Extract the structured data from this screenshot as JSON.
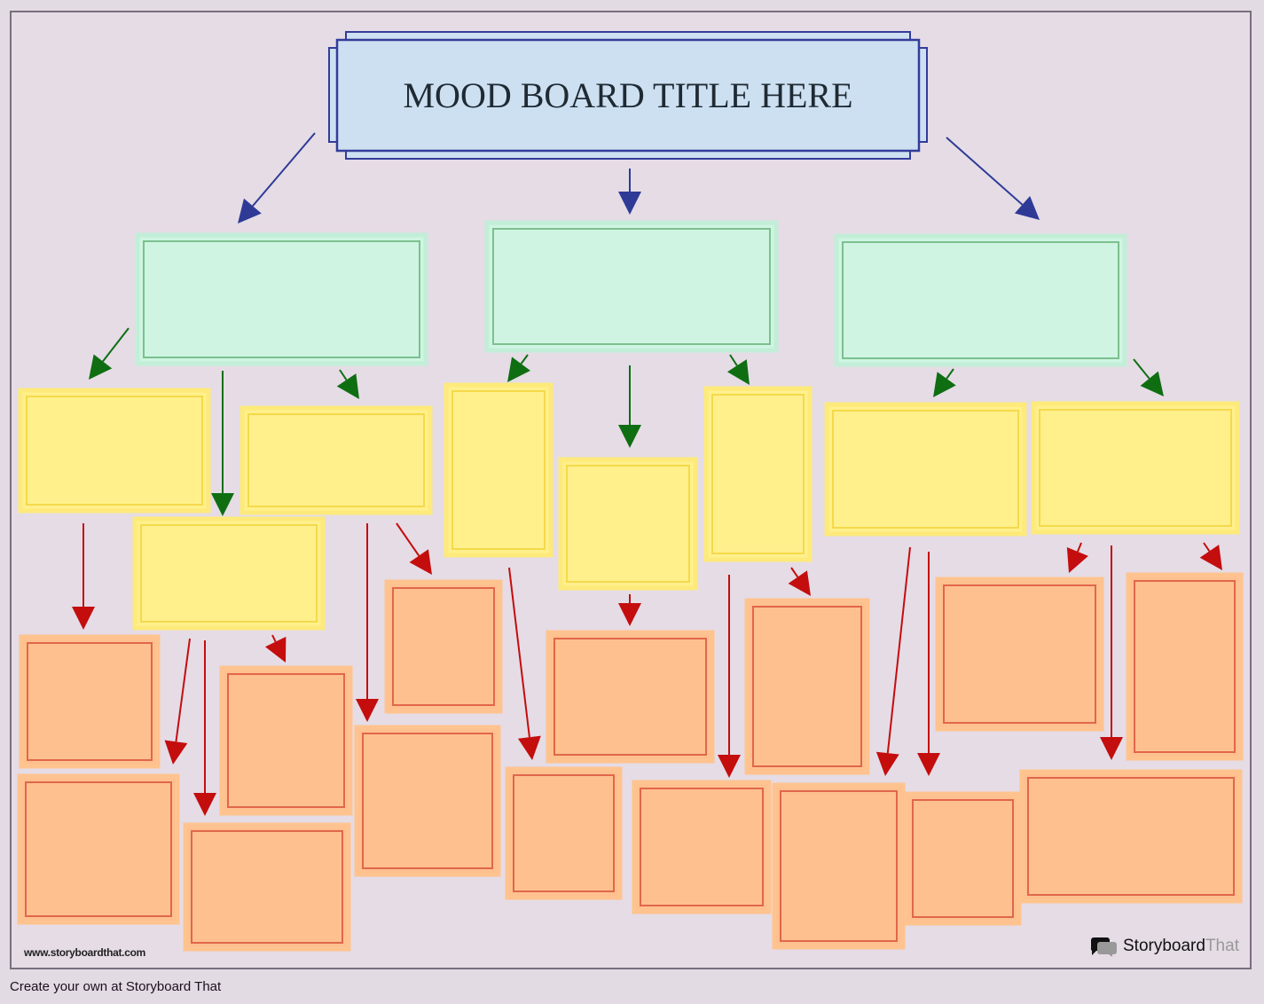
{
  "title": "MOOD BOARD TITLE HERE",
  "watermark": "www.storyboardthat.com",
  "logo": {
    "part1": "Storyboard",
    "part2": "That",
    "icon": "speech-bubbles-icon"
  },
  "footer": "Create your own at Storyboard That",
  "colors": {
    "background": "#e5dce6",
    "title_fill": "#cce0f2",
    "title_border": "#333c99",
    "level1_fill": "#cff5e2",
    "level1_border": "#7cc08e",
    "level2_fill": "#fff08c",
    "level2_border": "#f5d94a",
    "level3_fill": "#ffc08f",
    "level3_border": "#e0674a",
    "arrow_blue": "#2e3a96",
    "arrow_green": "#0f6e12",
    "arrow_red": "#c40d0d"
  }
}
